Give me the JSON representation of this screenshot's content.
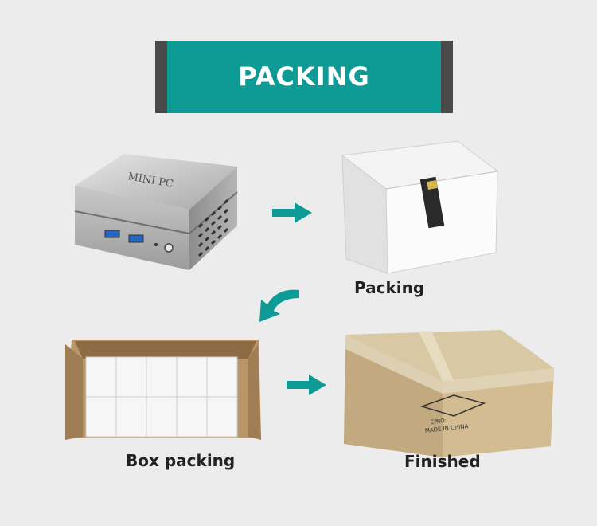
{
  "banner": {
    "title": "PACKING"
  },
  "products": {
    "mini_pc": {
      "label": "MINI PC"
    },
    "carton": {
      "mark1": "C/NO:",
      "mark2": "MADE IN CHINA"
    }
  },
  "steps": [
    {
      "caption": "Packing"
    },
    {
      "caption": "Box packing"
    },
    {
      "caption": "Finished"
    }
  ],
  "colors": {
    "accent": "#0e9a95",
    "banner_edge": "#4a4a4a",
    "background": "#ececec"
  }
}
